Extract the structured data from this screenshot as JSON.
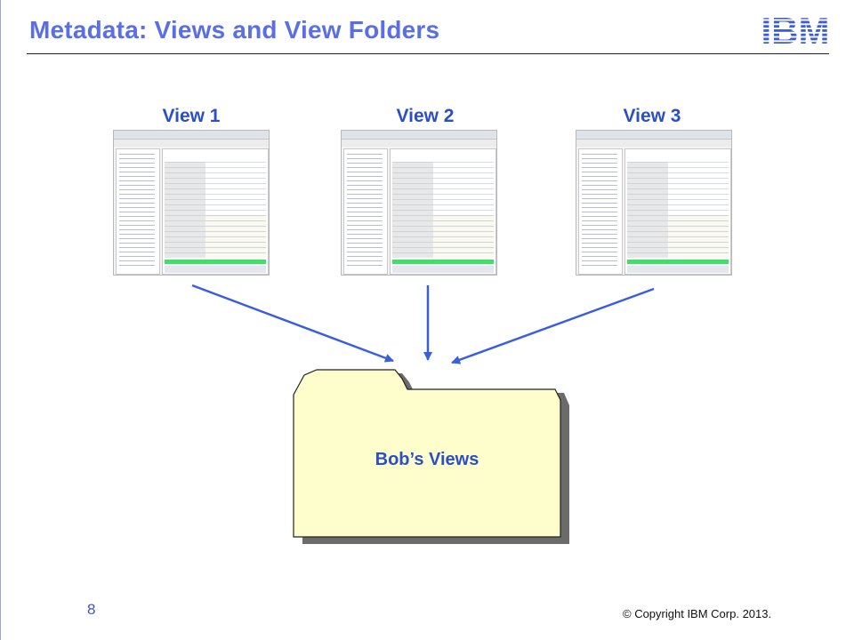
{
  "slide": {
    "title": "Metadata: Views and View Folders",
    "page_number": "8",
    "copyright": "© Copyright  IBM Corp. 2013."
  },
  "logo": {
    "text": "IBM",
    "color": "#3a5bd6"
  },
  "views": [
    {
      "label": "View 1",
      "thumbnail_title": "Edit View - [Active]"
    },
    {
      "label": "View 2",
      "thumbnail_title": "Edit View - [Active]"
    },
    {
      "label": "View 3",
      "thumbnail_title": "Edit View - [Active]"
    }
  ],
  "folder": {
    "label": "Bob’s Views",
    "fill_color": "#fefecc"
  },
  "colors": {
    "title": "#5a6ee6",
    "labels": "#2b4fc9",
    "arrows": "#3a5ee0"
  }
}
